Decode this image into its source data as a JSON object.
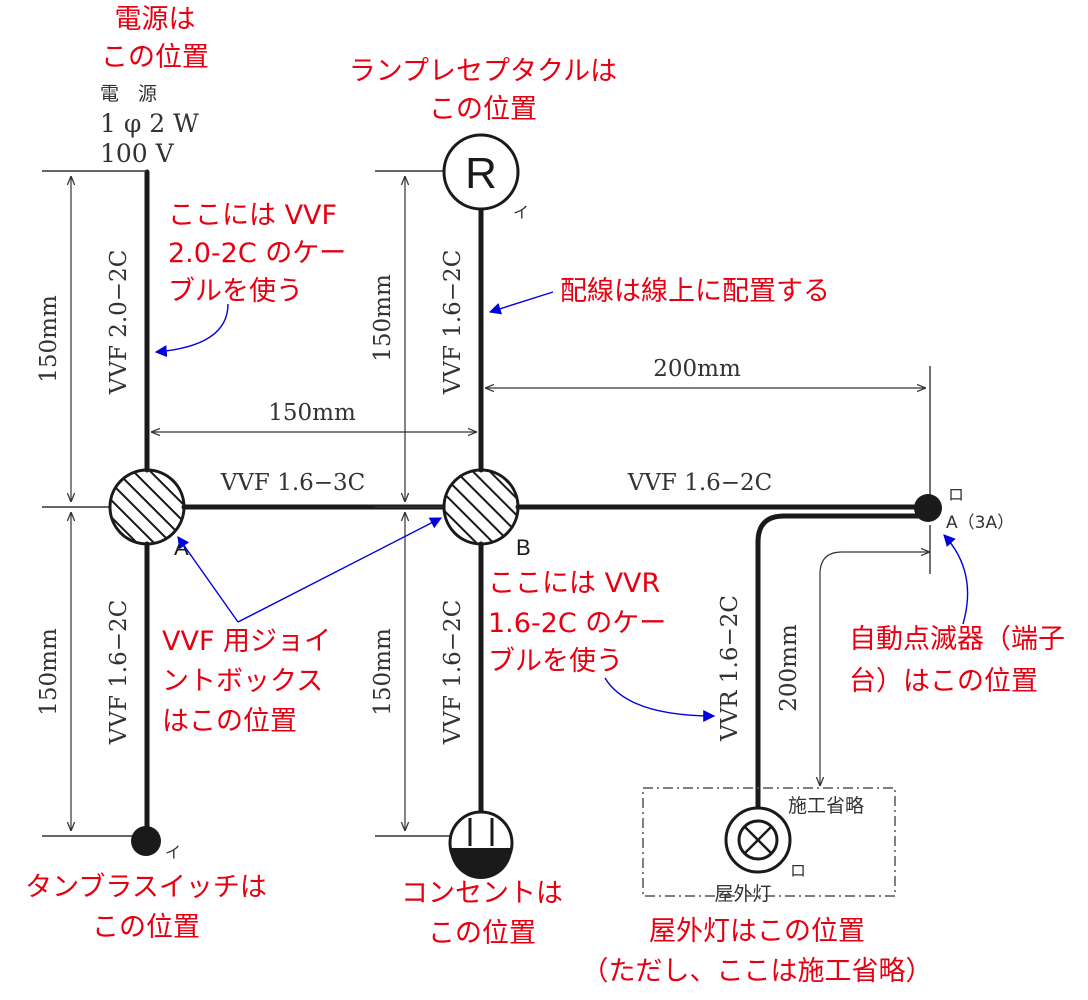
{
  "power_source": {
    "label_line1": "電　源",
    "label_line2": "1 φ 2 W",
    "label_line3": "100 V"
  },
  "cables": {
    "vvf_20_2c": "VVF 2.0−2C",
    "vvf_16_2c_top": "VVF 1.6−2C",
    "vvf_16_3c": "VVF 1.6−3C",
    "vvf_16_2c_right": "VVF 1.6−2C",
    "vvf_16_2c_left_bottom": "VVF 1.6−2C",
    "vvf_16_2c_mid_bottom": "VVF 1.6−2C",
    "vvr_16_2c": "VVR 1.6−2C"
  },
  "dimensions": {
    "left_upper": "150mm",
    "left_lower": "150mm",
    "mid_upper": "150mm",
    "mid_lower": "150mm",
    "horizontal_ab": "150mm",
    "horizontal_right": "200mm",
    "vertical_right": "200mm"
  },
  "symbols": {
    "receptacle_letter": "R",
    "receptacle_mark": "イ",
    "switch_mark": "イ",
    "box_a": "A",
    "box_b": "B",
    "timer_mark": "ロ",
    "timer_label": "A（3A）",
    "outdoor_mark": "ロ",
    "outdoor_label": "屋外灯",
    "omitted_label": "施工省略"
  },
  "annotations": {
    "power_line1": "電源は",
    "power_line2": "この位置",
    "lamp_line1": "ランプレセプタクルは",
    "lamp_line2": "この位置",
    "vvf20_line1": "ここには VVF",
    "vvf20_line2": "2.0-2C のケー",
    "vvf20_line3": "ブルを使う",
    "wiring": "配線は線上に配置する",
    "jb_line1": "VVF 用ジョイ",
    "jb_line2": "ントボックス",
    "jb_line3": "はこの位置",
    "vvr_line1": "ここには VVR",
    "vvr_line2": "1.6-2C のケー",
    "vvr_line3": "ブルを使う",
    "timer_line1": "自動点滅器（端子",
    "timer_line2": "台）はこの位置",
    "switch_line1": "タンブラスイッチは",
    "switch_line2": "この位置",
    "outlet_line1": "コンセントは",
    "outlet_line2": "この位置",
    "outdoor_line1": "屋外灯はこの位置",
    "outdoor_line2": "（ただし、ここは施工省略）"
  },
  "colors": {
    "annotation": "#e60012",
    "pointer_arrow": "#0000e0",
    "wire": "#1a1a1a"
  }
}
